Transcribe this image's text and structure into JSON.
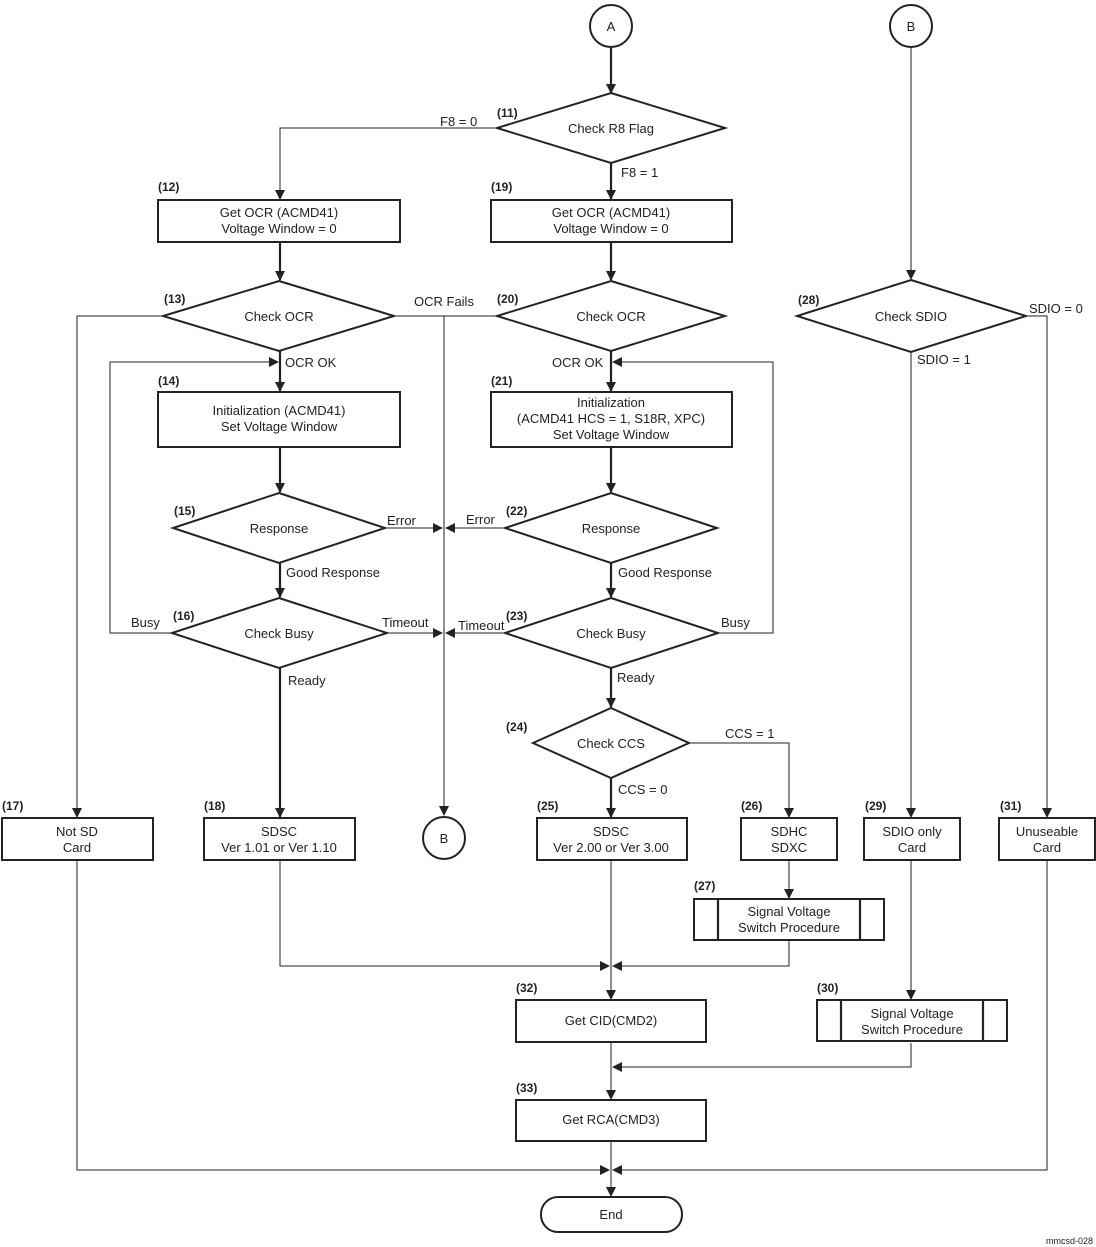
{
  "connectors": {
    "a": "A",
    "b_top": "B",
    "b_mid": "B"
  },
  "nodes": {
    "n11": {
      "num": "(11)",
      "lines": [
        "Check R8 Flag"
      ]
    },
    "n12": {
      "num": "(12)",
      "lines": [
        "Get OCR (ACMD41)",
        "Voltage Window = 0"
      ]
    },
    "n13": {
      "num": "(13)",
      "lines": [
        "Check OCR"
      ]
    },
    "n14": {
      "num": "(14)",
      "lines": [
        "Initialization (ACMD41)",
        "Set Voltage Window"
      ]
    },
    "n15": {
      "num": "(15)",
      "lines": [
        "Response"
      ]
    },
    "n16": {
      "num": "(16)",
      "lines": [
        "Check Busy"
      ]
    },
    "n17": {
      "num": "(17)",
      "lines": [
        "Not SD",
        "Card"
      ]
    },
    "n18": {
      "num": "(18)",
      "lines": [
        "SDSC",
        "Ver 1.01 or Ver 1.10"
      ]
    },
    "n19": {
      "num": "(19)",
      "lines": [
        "Get OCR (ACMD41)",
        "Voltage Window = 0"
      ]
    },
    "n20": {
      "num": "(20)",
      "lines": [
        "Check OCR"
      ]
    },
    "n21": {
      "num": "(21)",
      "lines": [
        "Initialization",
        "(ACMD41 HCS = 1, S18R, XPC)",
        "Set Voltage Window"
      ]
    },
    "n22": {
      "num": "(22)",
      "lines": [
        "Response"
      ]
    },
    "n23": {
      "num": "(23)",
      "lines": [
        "Check Busy"
      ]
    },
    "n24": {
      "num": "(24)",
      "lines": [
        "Check CCS"
      ]
    },
    "n25": {
      "num": "(25)",
      "lines": [
        "SDSC",
        "Ver 2.00 or Ver 3.00"
      ]
    },
    "n26": {
      "num": "(26)",
      "lines": [
        "SDHC",
        "SDXC"
      ]
    },
    "n27": {
      "num": "(27)",
      "lines": [
        "Signal Voltage",
        "Switch Procedure"
      ]
    },
    "n28": {
      "num": "(28)",
      "lines": [
        "Check SDIO"
      ]
    },
    "n29": {
      "num": "(29)",
      "lines": [
        "SDIO only",
        "Card"
      ]
    },
    "n30": {
      "num": "(30)",
      "lines": [
        "Signal Voltage",
        "Switch Procedure"
      ]
    },
    "n31": {
      "num": "(31)",
      "lines": [
        "Unuseable",
        "Card"
      ]
    },
    "n32": {
      "num": "(32)",
      "lines": [
        "Get CID(CMD2)"
      ]
    },
    "n33": {
      "num": "(33)",
      "lines": [
        "Get RCA(CMD3)"
      ]
    },
    "end": {
      "lines": [
        "End"
      ]
    }
  },
  "edge_labels": {
    "f8_0": "F8 = 0",
    "f8_1": "F8 = 1",
    "ocr_fails": "OCR Fails",
    "ocr_ok_left": "OCR OK",
    "ocr_ok_right": "OCR OK",
    "error_left": "Error",
    "error_right": "Error",
    "good_left": "Good Response",
    "good_right": "Good Response",
    "busy_left": "Busy",
    "busy_right": "Busy",
    "timeout_left": "Timeout",
    "timeout_right": "Timeout",
    "ready_left": "Ready",
    "ready_right": "Ready",
    "ccs_1": "CCS = 1",
    "ccs_0": "CCS = 0",
    "sdio_0": "SDIO = 0",
    "sdio_1": "SDIO = 1"
  },
  "figure_ref": "mmcsd-028"
}
